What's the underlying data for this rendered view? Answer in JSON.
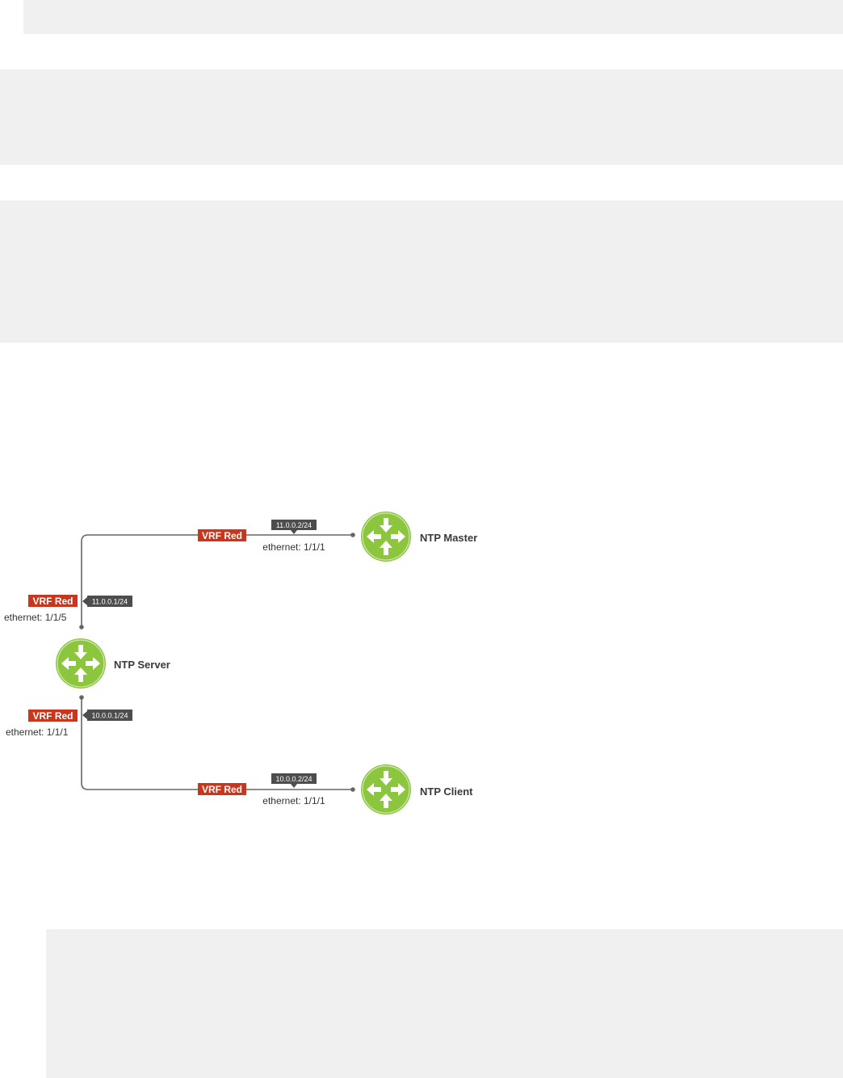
{
  "colors": {
    "code_bg": "#f0f0f0",
    "vrf_badge": "#c8361d",
    "ip_badge": "#4d4d4d",
    "router_green": "#8cc63f",
    "router_ring": "#ffffff",
    "link": "#666666"
  },
  "diagram": {
    "nodes": {
      "master": {
        "label": "NTP Master",
        "icon": "router-icon"
      },
      "server": {
        "label": "NTP Server",
        "icon": "router-icon"
      },
      "client": {
        "label": "NTP Client",
        "icon": "router-icon"
      }
    },
    "links": {
      "server_master": {
        "server_vrf": "VRF Red",
        "server_ip": "11.0.0.1/24",
        "server_iface": "ethernet: 1/1/5",
        "master_vrf": "VRF Red",
        "master_ip": "11.0.0.2/24",
        "master_iface": "ethernet: 1/1/1"
      },
      "server_client": {
        "server_vrf": "VRF Red",
        "server_ip": "10.0.0.1/24",
        "server_iface": "ethernet: 1/1/1",
        "client_vrf": "VRF Red",
        "client_ip": "10.0.0.2/24",
        "client_iface": "ethernet: 1/1/1"
      }
    }
  }
}
